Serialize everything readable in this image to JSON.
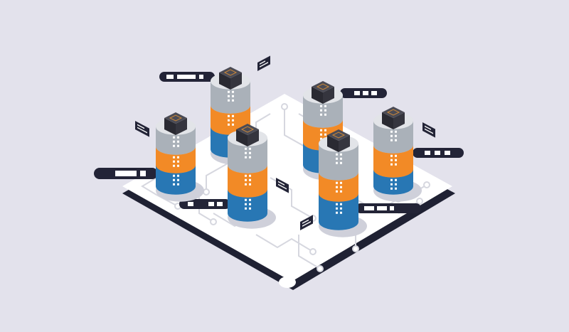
{
  "colors": {
    "background": "#e3e2ec",
    "board_top": "#ffffff",
    "board_edge": "#1f2133",
    "circuit": "#d9dae2",
    "gray_top": "#e2e4e8",
    "gray_side": "#aab1b9",
    "orange_top": "#ffb160",
    "orange_side": "#f28a26",
    "blue_top": "#4a9fd3",
    "blue_side": "#2877b4",
    "chip_top": "#4b4b55",
    "chip_side": "#2a2a32",
    "chip_accent": "#c9873a",
    "tag_bg": "#232437",
    "tag_fill": "#ffffff",
    "shadow": "#cfd0da"
  },
  "icons": [
    "processor-chip-icon",
    "server-stack-icon",
    "label-tag-icon",
    "code-note-icon"
  ],
  "servers": [
    {
      "name": "left-front",
      "layers": [
        "gray",
        "orange",
        "blue"
      ]
    },
    {
      "name": "left-back",
      "layers": [
        "gray",
        "orange",
        "blue"
      ]
    },
    {
      "name": "center",
      "layers": [
        "gray",
        "orange",
        "blue"
      ]
    },
    {
      "name": "right-back",
      "layers": [
        "gray",
        "orange",
        "blue"
      ]
    },
    {
      "name": "right-center",
      "layers": [
        "gray",
        "orange",
        "blue"
      ]
    },
    {
      "name": "right-far",
      "layers": [
        "gray",
        "orange",
        "blue"
      ]
    }
  ]
}
